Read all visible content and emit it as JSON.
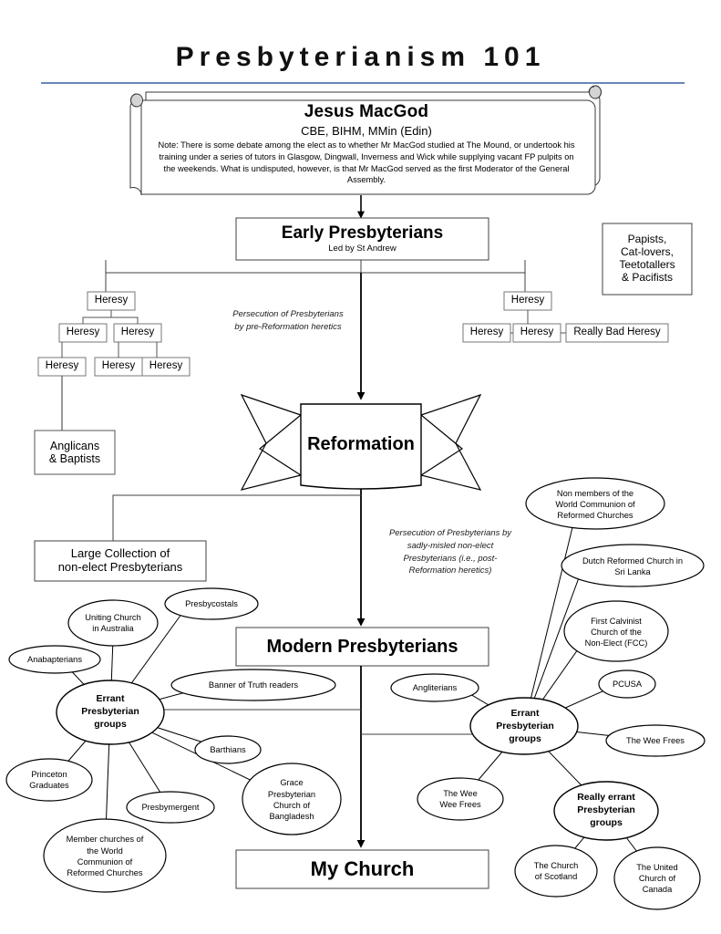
{
  "page": {
    "title": "Presbyterianism 101",
    "accent_color": "#6a86b8",
    "line_color": "#404040",
    "background": "#ffffff"
  },
  "scroll": {
    "name": "Jesus MacGod",
    "qualifications": "CBE, BIHM, MMin (Edin)",
    "note": "Note: There is some debate among the elect as to whether Mr MacGod studied at The Mound, or undertook his training under a series of tutors in Glasgow, Dingwall, Inverness and Wick while supplying vacant FP pulpits on the weekends. What is undisputed, however, is that Mr MacGod served as the first Moderator of the General Assembly."
  },
  "boxes": {
    "early_presbyterians": {
      "title": "Early Presbyterians",
      "subtitle": "Led by St Andrew"
    },
    "papists": "Papists,\nCat-lovers,\nTeetotallers\n& Pacifists",
    "papists_lines": [
      "Papists,",
      "Cat-lovers,",
      "Teetotallers",
      "& Pacifists"
    ],
    "anglicans": [
      "Anglicans",
      "& Baptists"
    ],
    "reformation": "Reformation",
    "large_collection": [
      "Large Collection of",
      "non-elect Presbyterians"
    ],
    "modern_presbyterians": "Modern Presbyterians",
    "my_church": "My Church"
  },
  "annotations": {
    "persecution_pre": [
      "Persecution of Presbyterians",
      "by pre-Reformation heretics"
    ],
    "persecution_post": [
      "Persecution of Presbyterians by",
      "sadly-misled non-elect",
      "Presbyterians (i.e., post-",
      "Reformation heretics)"
    ]
  },
  "heresies": {
    "left": [
      {
        "id": "l1",
        "label": "Heresy"
      },
      {
        "id": "l2",
        "label": "Heresy"
      },
      {
        "id": "l3",
        "label": "Heresy"
      },
      {
        "id": "l4",
        "label": "Heresy"
      },
      {
        "id": "l5",
        "label": "Heresy"
      },
      {
        "id": "l6",
        "label": "Heresy"
      }
    ],
    "right": [
      {
        "id": "r1",
        "label": "Heresy"
      },
      {
        "id": "r2",
        "label": "Heresy"
      },
      {
        "id": "r3",
        "label": "Heresy"
      },
      {
        "id": "r4",
        "label": "Really Bad Heresy"
      }
    ]
  },
  "clusters": {
    "left_hub": [
      "Errant",
      "Presbyterian",
      "groups"
    ],
    "left_satellites": [
      {
        "lines": [
          "Uniting Church",
          "in Australia"
        ]
      },
      {
        "lines": [
          "Presbycostals"
        ]
      },
      {
        "lines": [
          "Anabapterians"
        ]
      },
      {
        "lines": [
          "Banner of Truth readers"
        ]
      },
      {
        "lines": [
          "Barthians"
        ]
      },
      {
        "lines": [
          "Princeton",
          "Graduates"
        ]
      },
      {
        "lines": [
          "Presbymergent"
        ]
      },
      {
        "lines": [
          "Grace",
          "Presbyterian",
          "Church of",
          "Bangladesh"
        ]
      },
      {
        "lines": [
          "Member churches of",
          "the World",
          "Communion of",
          "Reformed Churches"
        ]
      }
    ],
    "right_hub": [
      "Errant",
      "Presbyterian",
      "groups"
    ],
    "right_satellites": [
      {
        "lines": [
          "Non members of the",
          "World Communion of",
          "Reformed Churches"
        ]
      },
      {
        "lines": [
          "Dutch Reformed Church in",
          "Sri Lanka"
        ]
      },
      {
        "lines": [
          "First Calvinist",
          "Church of the",
          "Non-Elect (FCC)"
        ]
      },
      {
        "lines": [
          "PCUSA"
        ]
      },
      {
        "lines": [
          "The Wee Frees"
        ]
      },
      {
        "lines": [
          "Angliterians"
        ]
      },
      {
        "lines": [
          "The Wee",
          "Wee Frees"
        ]
      }
    ],
    "really_errant_hub": [
      "Really errant",
      "Presbyterian",
      "groups"
    ],
    "really_errant_satellites": [
      {
        "lines": [
          "The Church",
          "of Scotland"
        ]
      },
      {
        "lines": [
          "The United",
          "Church of",
          "Canada"
        ]
      }
    ]
  }
}
